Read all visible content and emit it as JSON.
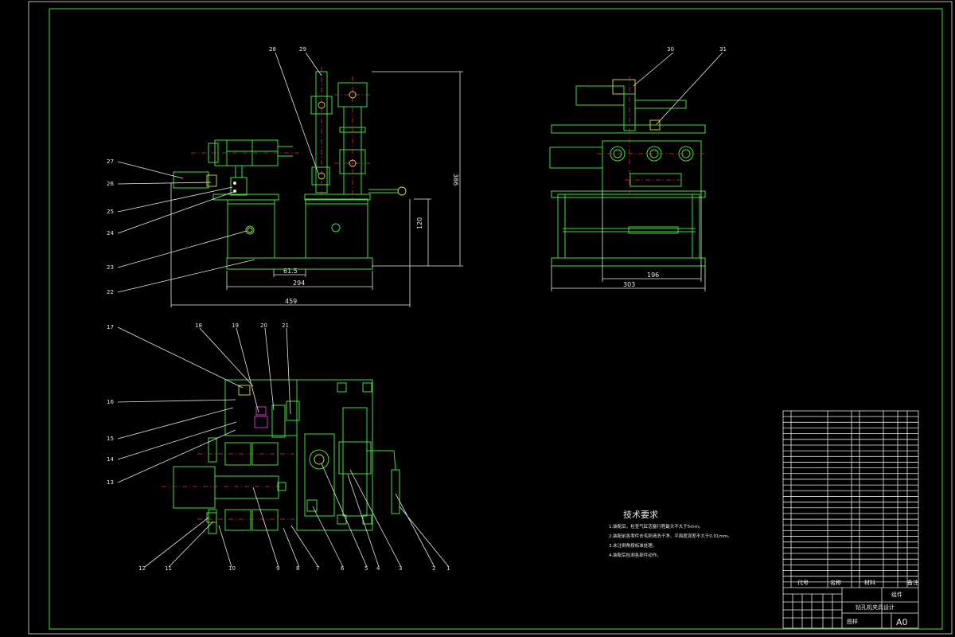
{
  "drawing": {
    "format_label": "A0",
    "part_labels_top": [
      "28",
      "29",
      "30",
      "31"
    ],
    "part_labels_left_top": [
      "27",
      "26",
      "25",
      "24",
      "23",
      "22"
    ],
    "part_labels_left_bottom": [
      "17",
      "16",
      "15",
      "14",
      "13"
    ],
    "part_labels_top_bottom": [
      "18",
      "19",
      "20",
      "21"
    ],
    "part_labels_bottom": [
      "12",
      "11",
      "10",
      "9",
      "8",
      "7",
      "6",
      "5",
      "4",
      "3",
      "2",
      "1"
    ],
    "dimensions": {
      "front_height": "386",
      "front_base_height": "120",
      "front_offset": "61.5",
      "front_base_width": "294",
      "front_overall_width": "459",
      "side_inner_width": "196",
      "side_overall_width": "303"
    },
    "technical_requirements": {
      "title": "技术要求",
      "lines": [
        "1.装配后，检查气缸活塞行程最大不大于5mm。",
        "2.装配前各零件去毛刺清洗干净，平面度误差不大于0.01mm。",
        "3.未注倒角按标准处理。",
        "4.装配后检测各部件动作。"
      ]
    },
    "title_block": {
      "header_col1": "代号",
      "header_col2": "名称",
      "header_col3": "材料",
      "header_col4": "备注",
      "material_label": "图样",
      "drawing_name": "钻孔机夹具设计",
      "company": "组件"
    }
  }
}
